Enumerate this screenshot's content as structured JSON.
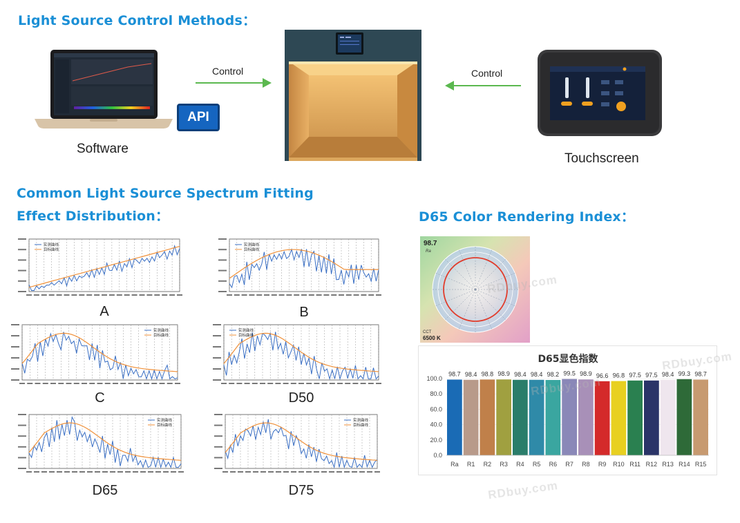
{
  "headings": {
    "control_methods": "Light Source Control Methods：",
    "spectrum_line1": "Common Light Source Spectrum Fitting",
    "spectrum_line2": "Effect Distribution：",
    "cri": "D65 Color Rendering Index："
  },
  "devices": {
    "software_label": "Software",
    "api_label": "API",
    "touchscreen_label": "Touchscreen",
    "control_left": "Control",
    "control_right": "Control"
  },
  "spectrum_charts": [
    {
      "label": "A",
      "legend": [
        "实测曲线",
        "目标曲线"
      ]
    },
    {
      "label": "B",
      "legend": [
        "实测曲线",
        "目标曲线"
      ]
    },
    {
      "label": "C",
      "legend": [
        "实测曲线",
        "目标曲线"
      ]
    },
    {
      "label": "D50",
      "legend": [
        "实测曲线",
        "目标曲线"
      ]
    },
    {
      "label": "D65",
      "legend": [
        "实测曲线",
        "目标曲线"
      ]
    },
    {
      "label": "D75",
      "legend": [
        "实测曲线",
        "目标曲线"
      ]
    }
  ],
  "cri_circle": {
    "ra_value": "98.7",
    "ra_label": "Ra",
    "cct_label": "CCT",
    "cct_value": "6500 K"
  },
  "watermark": "RDbuy.com",
  "chart_data": {
    "type": "bar",
    "title": "D65显色指数",
    "categories": [
      "Ra",
      "R1",
      "R2",
      "R3",
      "R4",
      "R5",
      "R6",
      "R7",
      "R8",
      "R9",
      "R10",
      "R11",
      "R12",
      "R13",
      "R14",
      "R15"
    ],
    "values": [
      98.7,
      98.4,
      98.8,
      98.9,
      98.4,
      98.4,
      98.2,
      99.5,
      98.9,
      96.6,
      96.8,
      97.5,
      97.5,
      98.4,
      99.3,
      98.7
    ],
    "value_labels": [
      "98.7",
      "98.4",
      "98.8",
      "98.9",
      "98.4",
      "98.4",
      "98.2",
      "99.5",
      "98.9",
      "96.6",
      "96.8",
      "97.5",
      "97.5",
      "98.4",
      "99.3",
      "98.7"
    ],
    "colors": [
      "#1a6bb5",
      "#b89a8a",
      "#c0804a",
      "#a0a040",
      "#2a7d6a",
      "#2f8aa8",
      "#3aa6a0",
      "#8a88b8",
      "#a890b8",
      "#d42a2a",
      "#e8d020",
      "#2a8050",
      "#2a3468",
      "#efe6ee",
      "#2e6a38",
      "#c79a70"
    ],
    "yticks": [
      "0.0",
      "20.0",
      "40.0",
      "60.0",
      "80.0",
      "100.0"
    ],
    "ylim": [
      0,
      100
    ]
  }
}
